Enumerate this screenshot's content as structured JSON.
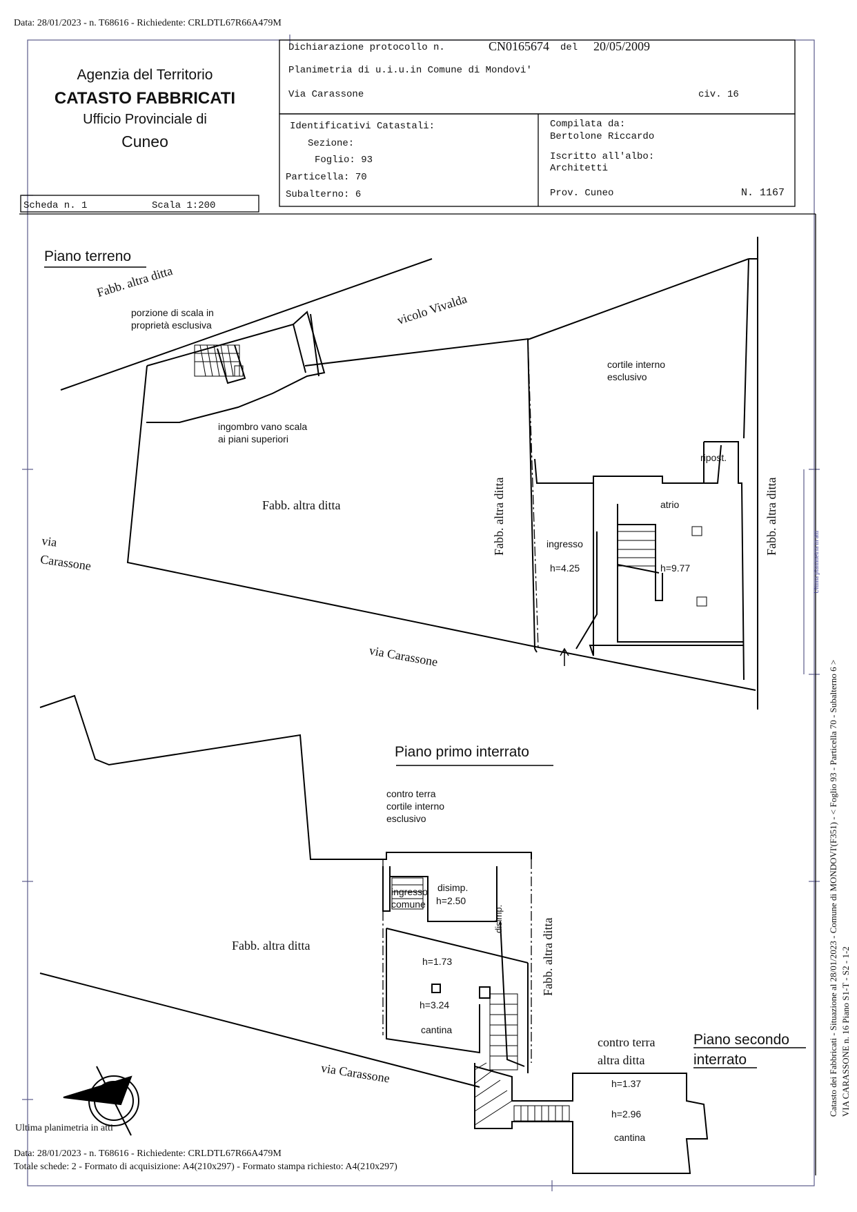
{
  "top_line": "Data: 28/01/2023 - n. T68616 - Richiedente: CRLDTL67R66A479M",
  "header": {
    "agency": "Agenzia del Territorio",
    "catasto": "CATASTO FABBRICATI",
    "ufficio": "Ufficio Provinciale di",
    "city": "Cuneo",
    "dichiarazione_label": "Dichiarazione protocollo n.",
    "protocol_number": "CN0165674",
    "del_label": "del",
    "date": "20/05/2009",
    "planimetria": "Planimetria di u.i.u.in Comune di Mondovi'",
    "street": "Via Carassone",
    "civ": "civ. 16",
    "ident_title": "Identificativi Catastali:",
    "sezione": "Sezione:",
    "foglio": "Foglio: 93",
    "particella": "Particella: 70",
    "subalterno": "Subalterno: 6",
    "compilata_label": "Compilata da:",
    "compilata_name": "Bertolone Riccardo",
    "iscritto_label": "Iscritto all'albo:",
    "iscritto_value": "Architetti",
    "prov": "Prov. Cuneo",
    "numero": "N.  1167",
    "scheda": "Scheda n. 1",
    "scala": "Scala 1:200"
  },
  "floor_ground": {
    "title": "Piano terreno",
    "fabb_top": "Fabb. altra ditta",
    "porzione_1": "porzione di scala in",
    "porzione_2": "proprietà esclusiva",
    "vicolo": "vicolo Vivalda",
    "cortile_1": "cortile interno",
    "cortile_2": "esclusivo",
    "ingombro_1": "ingombro vano scala",
    "ingombro_2": "ai piani superiori",
    "ripost": "ripost.",
    "fabb_center": "Fabb. altra ditta",
    "fabb_vert_left": "Fabb. altra ditta",
    "fabb_vert_right": "Fabb. altra ditta",
    "atrio": "atrio",
    "ingresso": "ingresso",
    "h_ingresso": "h=4.25",
    "h_atrio": "h=9.77",
    "via_left_1": "via",
    "via_left_2": "Carassone",
    "via_bottom": "via Carassone"
  },
  "floor_first_basement": {
    "title": "Piano primo interrato",
    "contro_1": "contro terra",
    "contro_2": "cortile interno",
    "contro_3": "esclusivo",
    "ingresso_1": "ingresso",
    "ingresso_2": "comune",
    "disimp": "disimp.",
    "h_disimp": "h=2.50",
    "disimp_vert": "disimp.",
    "fabb_left": "Fabb. altra ditta",
    "fabb_vert": "Fabb. altra ditta",
    "h1": "h=1.73",
    "h2": "h=3.24",
    "cantina": "cantina",
    "via": "via Carassone"
  },
  "floor_second_basement": {
    "title_1": "Piano secondo",
    "title_2": "interrato",
    "contro_1": "contro terra",
    "contro_2": "altra ditta",
    "h1": "h=1.37",
    "h2": "h=2.96",
    "cantina": "cantina"
  },
  "side_text": {
    "line1": "Catasto dei Fabbricati - Situazione al 28/01/2023 - Comune di MONDOVI'(F351) - < Foglio 93 - Particella 70 - Subalterno 6 >",
    "line2": "VIA CARASSONE n. 16 Piano S1-T - S2 - 1-2",
    "stamp": "Ultima planimetria in atti"
  },
  "footer": {
    "line1": "Data: 28/01/2023 - n. T68616 - Richiedente: CRLDTL67R66A479M",
    "line2": "Totale schede: 2 - Formato di acquisizione: A4(210x297)  - Formato stampa richiesto: A4(210x297)",
    "ultima": "Ultima planimetria in atti"
  }
}
